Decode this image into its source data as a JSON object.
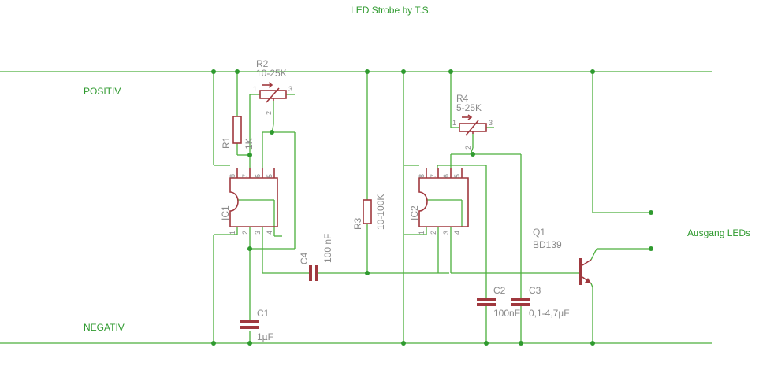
{
  "title": "LED Strobe by T.S.",
  "rails": {
    "positive": "POSITIV",
    "negative": "NEGATIV"
  },
  "output_label": "Ausgang LEDs",
  "components": {
    "r1": {
      "name": "R1",
      "value": "1K"
    },
    "r2": {
      "name": "R2",
      "value": "10-25K",
      "pin1": "1",
      "pin2": "2",
      "pin3": "3"
    },
    "r3": {
      "name": "R3",
      "value": "10-100K"
    },
    "r4": {
      "name": "R4",
      "value": "5-25K",
      "pin1": "1",
      "pin2": "2",
      "pin3": "3"
    },
    "c1": {
      "name": "C1",
      "value": "1µF"
    },
    "c2": {
      "name": "C2",
      "value": "100nF"
    },
    "c3": {
      "name": "C3",
      "value": "0,1-4,7µF"
    },
    "c4": {
      "name": "C4",
      "value": "100 nF"
    },
    "ic1": {
      "name": "IC1",
      "pins": [
        "1",
        "2",
        "3",
        "4",
        "5",
        "6",
        "7",
        "8"
      ]
    },
    "ic2": {
      "name": "IC2",
      "pins": [
        "1",
        "2",
        "3",
        "4",
        "5",
        "6",
        "7",
        "8"
      ]
    },
    "q1": {
      "name": "Q1",
      "value": "BD139"
    }
  }
}
